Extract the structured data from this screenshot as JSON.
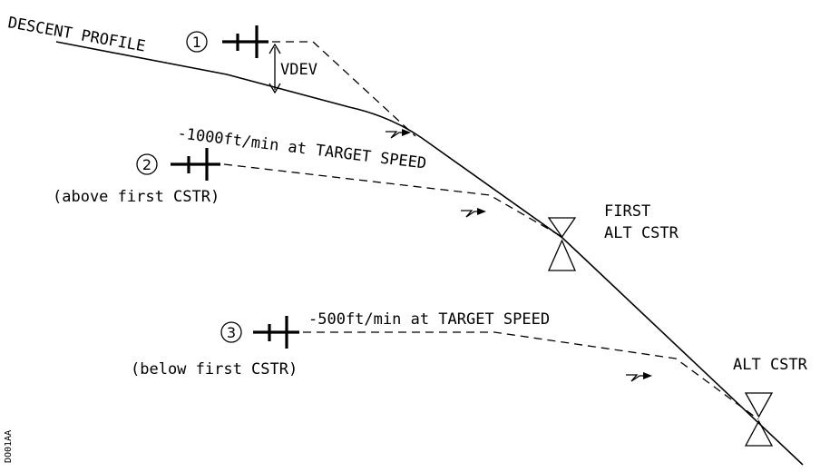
{
  "profile_label": "DESCENT PROFILE",
  "vdev_label": "VDEV",
  "case1": {
    "number": "1"
  },
  "case2": {
    "number": "2",
    "rate": "-1000ft/min at TARGET SPEED",
    "note": "(above first CSTR)"
  },
  "case3": {
    "number": "3",
    "rate": "-500ft/min at TARGET SPEED",
    "note": "(below first CSTR)"
  },
  "first_cstr": {
    "line1": "FIRST",
    "line2": "ALT CSTR"
  },
  "alt_cstr": {
    "label": "ALT CSTR"
  },
  "figure_code": "DO01AA",
  "colors": {
    "ink": "#000000",
    "background": "#ffffff"
  }
}
